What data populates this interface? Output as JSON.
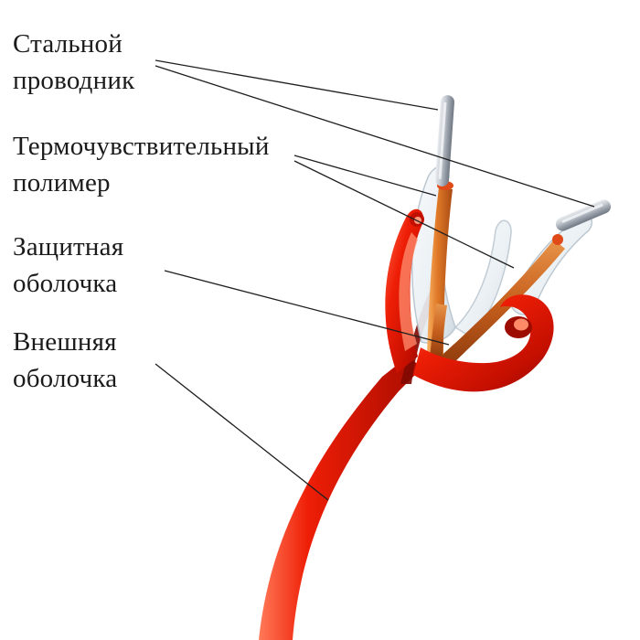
{
  "figure": {
    "description": "Cutaway diagram of a red thermosensitive (linear heat detection) cable with two steel conductors"
  },
  "labels": {
    "steel_conductor": {
      "line1": "Стальной",
      "line2": "проводник"
    },
    "thermo_polymer": {
      "line1": "Термочувствительный",
      "line2": "полимер"
    },
    "protective_sheath": {
      "line1": "Защитная",
      "line2": "оболочка"
    },
    "outer_sheath": {
      "line1": "Внешняя",
      "line2": "оболочка"
    }
  },
  "colors": {
    "outer_sheath_red": "#ee1e06",
    "outer_sheath_dark_red": "#8e0900",
    "inner_sheath_highlight": "#ff8f70",
    "protective_sheath_white": "#eef3f6",
    "polymer_copper": "#e07a28",
    "steel_gray": "#aeb4bc",
    "leader_line": "#1f1f1f",
    "text": "#1b1b1b",
    "background": "#ffffff"
  }
}
